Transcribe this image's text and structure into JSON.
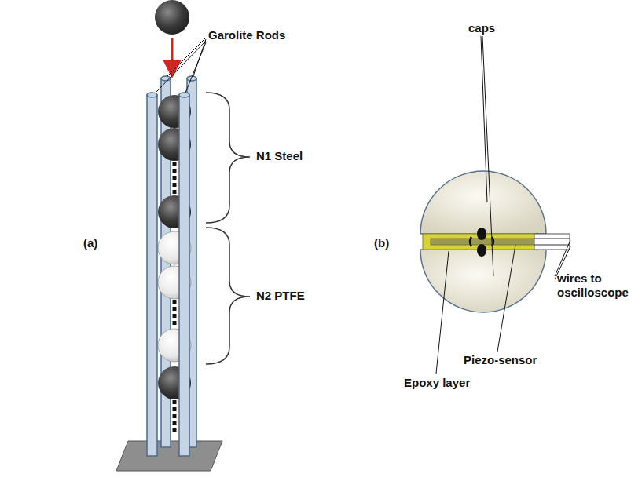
{
  "diagram": {
    "labels": [
      "Garolite Rods",
      "N1 Steel",
      "N2 PTFE",
      "(a)",
      "(b)",
      "caps",
      "wires to oscilloscope",
      "Piezo-sensor",
      "Epoxy layer"
    ]
  }
}
